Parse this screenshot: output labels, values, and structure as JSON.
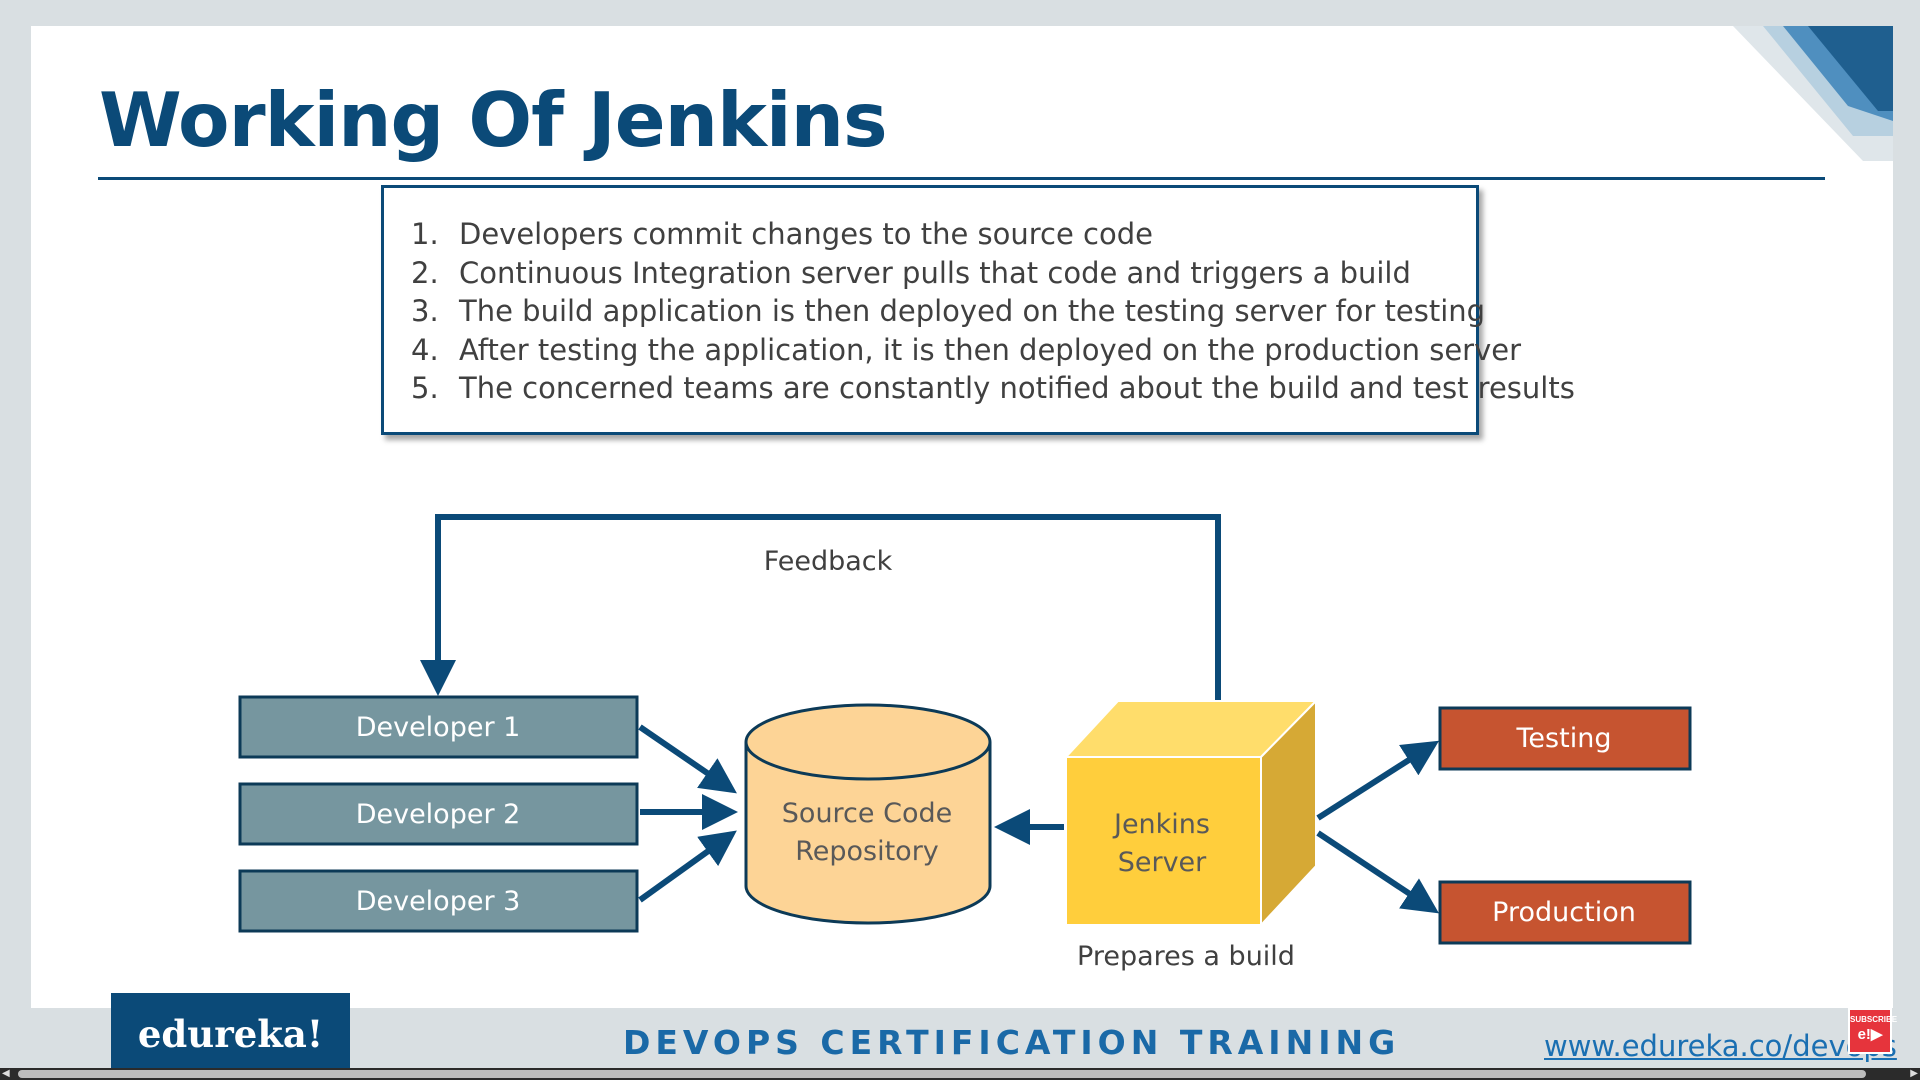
{
  "slide": {
    "title": "Working Of Jenkins",
    "steps": [
      {
        "num": "1.",
        "text": "Developers commit changes to the source code"
      },
      {
        "num": "2.",
        "text": "Continuous Integration server pulls that code and triggers a build"
      },
      {
        "num": "3.",
        "text": "The build application is then deployed on the testing server for testing"
      },
      {
        "num": "4.",
        "text": "After testing the application, it is then deployed on the production server"
      },
      {
        "num": "5.",
        "text": "The concerned teams are constantly notified about the build and test results"
      }
    ]
  },
  "diagram": {
    "feedback_label": "Feedback",
    "developers": [
      "Developer 1",
      "Developer 2",
      "Developer 3"
    ],
    "repository": {
      "line1": "Source Code",
      "line2": "Repository"
    },
    "jenkins": {
      "line1": "Jenkins",
      "line2": "Server",
      "caption": "Prepares a build"
    },
    "targets": [
      "Testing",
      "Production"
    ]
  },
  "footer": {
    "logo": "edureka!",
    "course": "DEVOPS CERTIFICATION TRAINING",
    "link": "www.edureka.co/devops",
    "subscribe_label": "SUBSCRIBE",
    "subscribe_mark": "e!▶"
  },
  "colors": {
    "title_blue": "#0b4a78",
    "developer_fill": "#76969f",
    "repo_fill": "#fdd496",
    "jenkins_front": "#ffce3c",
    "jenkins_top": "#ffdd6b",
    "jenkins_side": "#d6a935",
    "target_fill": "#c65430"
  }
}
